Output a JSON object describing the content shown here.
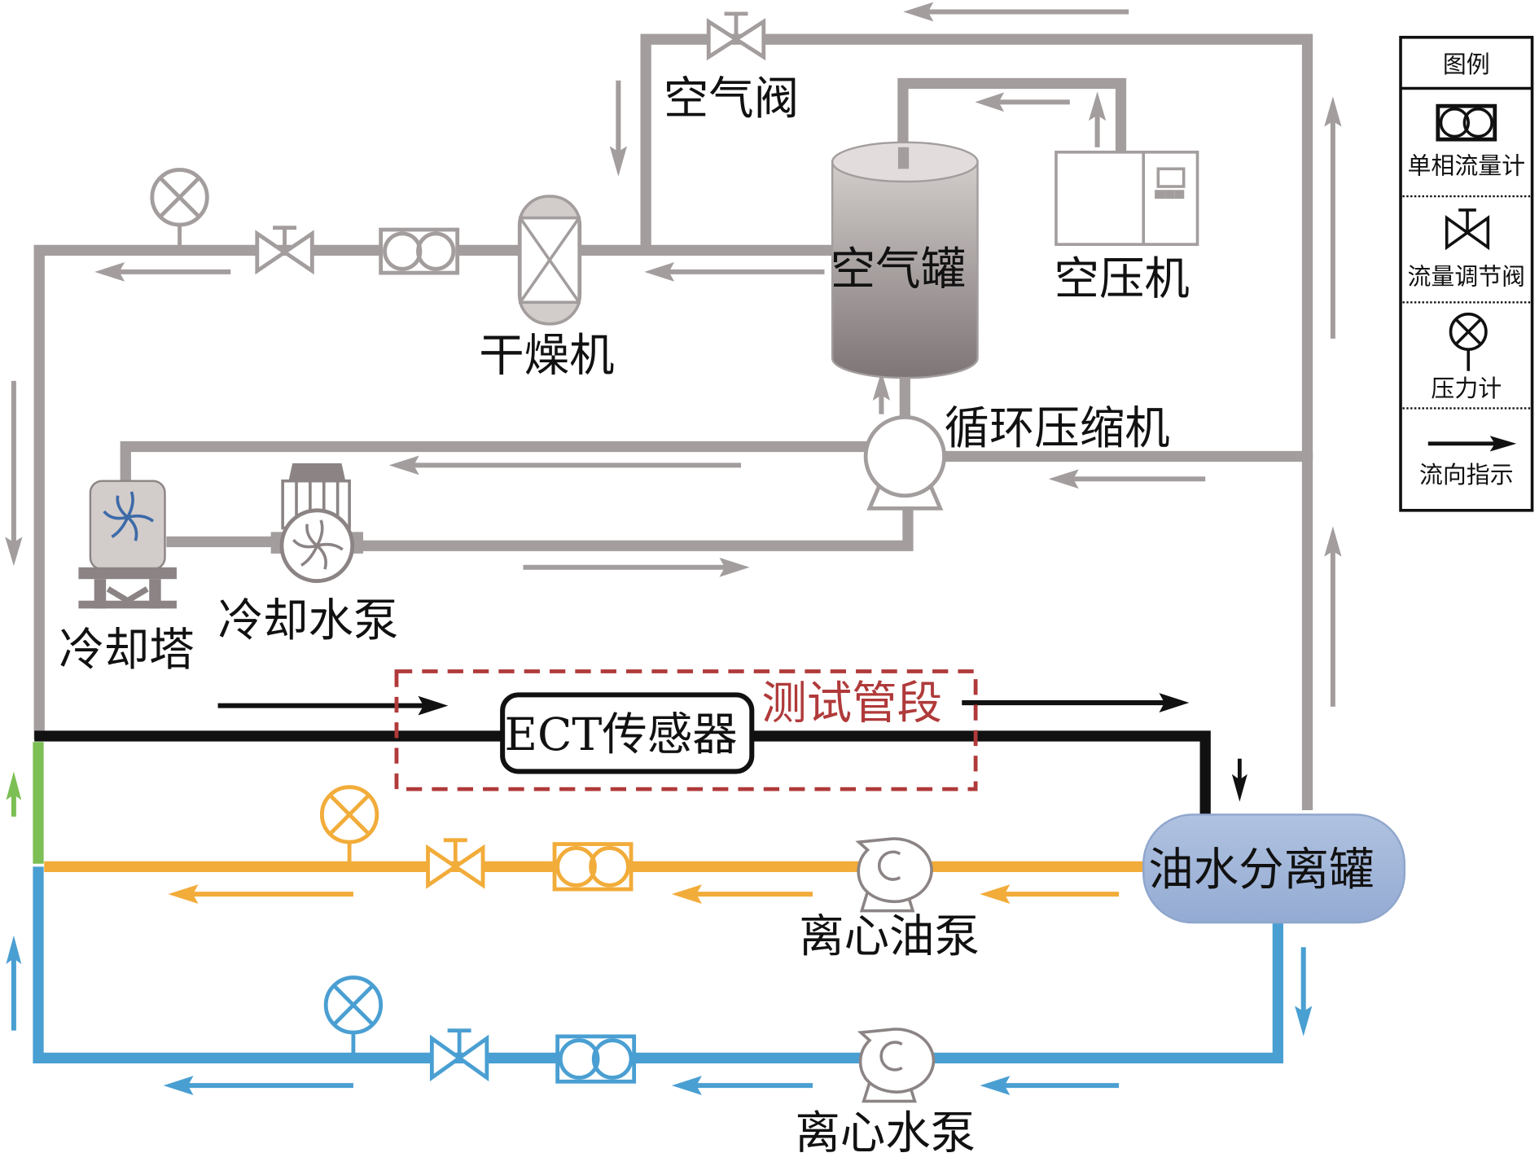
{
  "colors": {
    "gas_pipe": "#a39d9d",
    "oil_pipe": "#f2ac3a",
    "water_pipe": "#4a9fd2",
    "mix_pipe": "#7cbf54",
    "test_pipe": "#111111",
    "test_section_border": "#b03a3a",
    "separator_fill": "#a8bcdc",
    "fan_blue": "#3d6aa8"
  },
  "labels": {
    "air_valve": "空气阀",
    "air_tank": "空气罐",
    "air_compressor": "空压机",
    "dryer": "干燥机",
    "circulation_compressor": "循环压缩机",
    "cooling_tower": "冷却塔",
    "cooling_water_pump": "冷却水泵",
    "ect_sensor": "ECT传感器",
    "test_section": "测试管段",
    "separator": "油水分离罐",
    "oil_pump": "离心油泵",
    "water_pump": "离心水泵"
  },
  "legend": {
    "title": "图例",
    "items": [
      {
        "icon": "flowmeter-icon",
        "label": "单相流量计"
      },
      {
        "icon": "valve-icon",
        "label": "流量调节阀"
      },
      {
        "icon": "pressure-gauge-icon",
        "label": "压力计"
      },
      {
        "icon": "arrow-icon",
        "label": "流向指示"
      }
    ]
  }
}
